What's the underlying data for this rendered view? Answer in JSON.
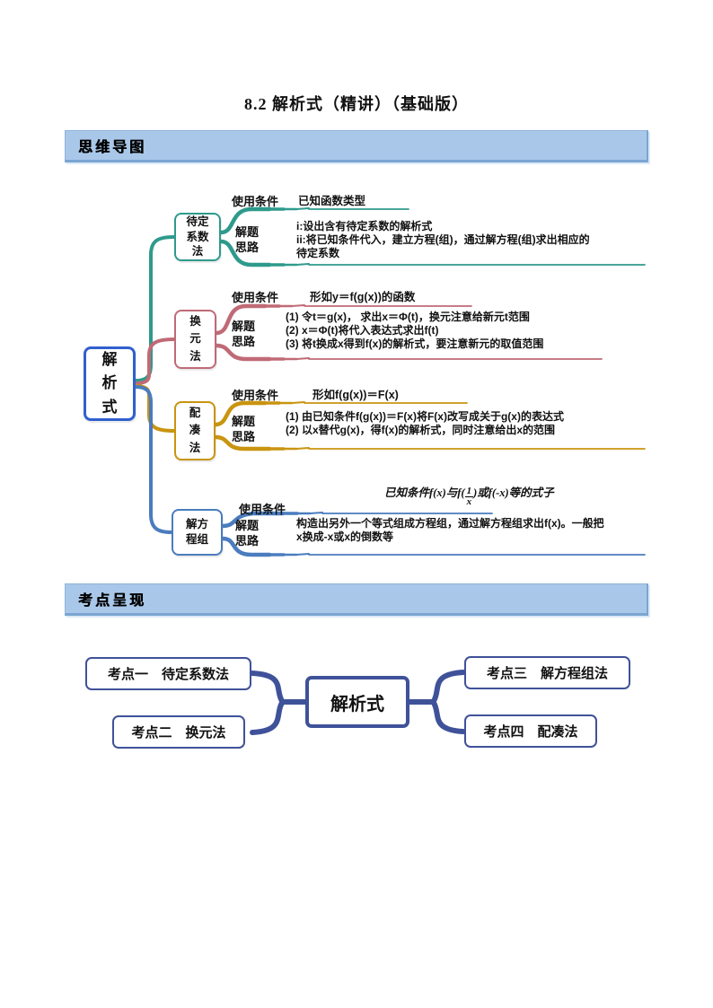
{
  "title": "8.2 解析式（精讲）（基础版）",
  "banners": {
    "mindmap": "思维导图",
    "kaodian": "考点呈现"
  },
  "colors": {
    "teal": "#2E9A8C",
    "rose": "#C06A76",
    "gold": "#C9940F",
    "blue": "#4A7CBE",
    "root_blue": "#3060CF",
    "navy": "#3F5299",
    "banner_bg": "#A9C8E9",
    "banner_border": "#8FB3DA"
  },
  "mindmap": {
    "root": "解析式",
    "root_lines": [
      "解",
      "析",
      "式"
    ],
    "labels": {
      "condition": "使用条件",
      "idea": [
        "解题",
        "思路"
      ]
    },
    "branches": [
      {
        "name": "待定系数法",
        "name_lines": [
          "待定",
          "系数",
          "法"
        ],
        "color": "#2E9A8C",
        "condition": "已知函数类型",
        "idea_lines": [
          "i:设出含有待定系数的解析式",
          "ii:将已知条件代入，建立方程(组)，通过解方程(组)求出相应的",
          "待定系数"
        ]
      },
      {
        "name": "换元法",
        "name_lines": [
          "换",
          "元",
          "法"
        ],
        "color": "#C06A76",
        "condition": "形如y＝f(g(x))的函数",
        "idea_lines": [
          "(1) 令t＝g(x)， 求出x＝Φ(t)，换元注意给新元t范围",
          "(2) x＝Φ(t)将代入表达式求出f(t)",
          "(3) 将t换成x得到f(x)的解析式，要注意新元的取值范围"
        ]
      },
      {
        "name": "配凑法",
        "name_lines": [
          "配",
          "凑",
          "法"
        ],
        "color": "#C9940F",
        "condition": "形如f(g(x))＝F(x)",
        "idea_lines": [
          "(1) 由已知条件f(g(x))＝F(x)将F(x)改写成关于g(x)的表达式",
          "(2) 以x替代g(x)，得f(x)的解析式，同时注意给出x的范围"
        ]
      },
      {
        "name": "解方程组",
        "name_lines": [
          "解方",
          "程组"
        ],
        "color": "#4A7CBE",
        "condition_parts": {
          "pre": "已知条件f(x)与f(",
          "num": "1",
          "den": "x",
          "post": ")或f(-x)等的式子"
        },
        "idea_lines": [
          "构造出另外一个等式组成方程组，通过解方程组求出f(x)。一般把",
          "x换成-x或x的倒数等"
        ]
      }
    ]
  },
  "kaodian_map": {
    "root": "解析式",
    "items": [
      "考点一　待定系数法",
      "考点二　换元法",
      "考点三　解方程组法",
      "考点四　配凑法"
    ]
  }
}
